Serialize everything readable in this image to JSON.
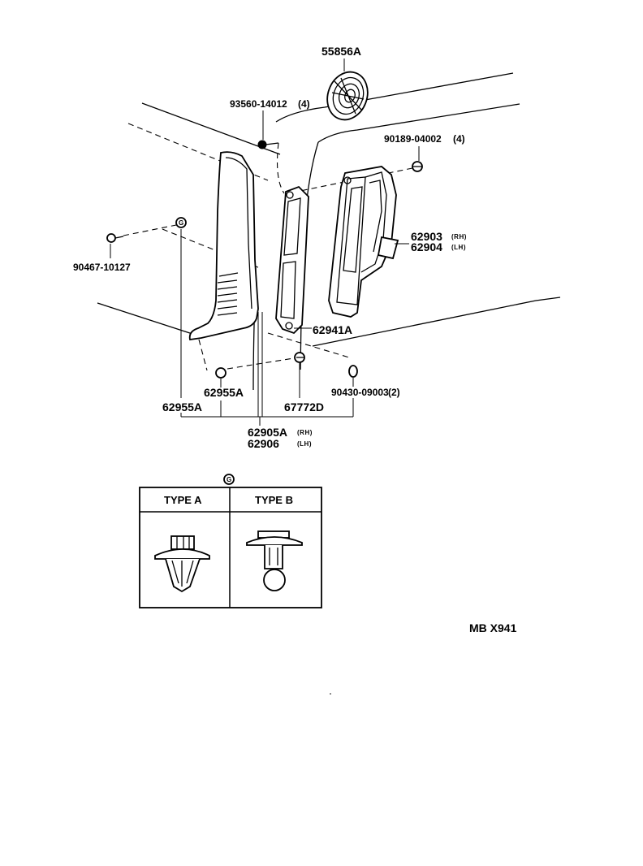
{
  "parts": {
    "speaker_grille": "55856A",
    "screw": "93560-14012",
    "screw_qty": "(4)",
    "clip_upper": "90189-04002",
    "clip_upper_qty": "(4)",
    "screw_left": "90467-10127",
    "cover_rh": "62903",
    "cover_lh": "62904",
    "tag_rh": "(RH)",
    "tag_lh": "(LH)",
    "bracket": "62941A",
    "clip_center": "62955A",
    "clip_left": "62955A",
    "fastener": "67772D",
    "clip_lower": "90430-09003",
    "clip_lower_qty": "(2)",
    "trim_rh": "62905A",
    "trim_lh": "62906"
  },
  "detail_ref": "G",
  "legend_table": {
    "columns": [
      "TYPE A",
      "TYPE B"
    ]
  },
  "drawing_code": "MB X941"
}
